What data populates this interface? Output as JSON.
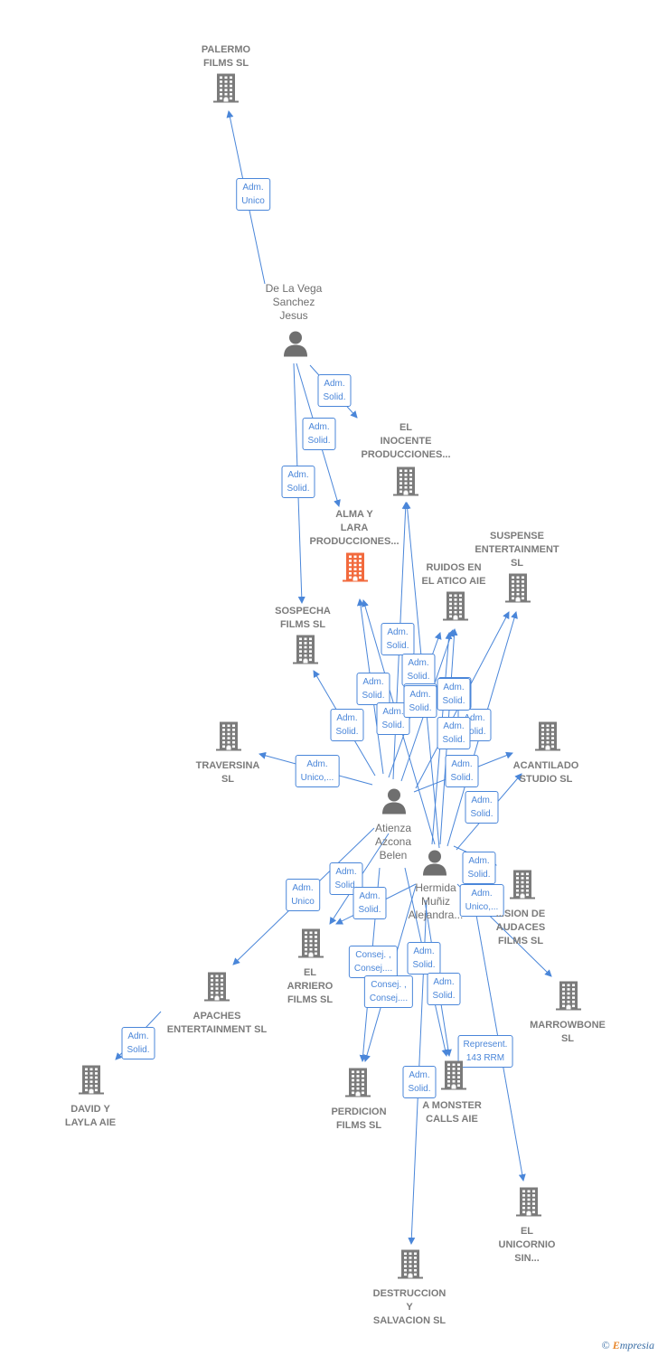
{
  "colors": {
    "edge": "#4a86d9",
    "building": "#7b7b7b",
    "focus_building": "#f26a3d",
    "person": "#6f6f6f"
  },
  "nodes": [
    {
      "id": "palermo",
      "label": "PALERMO\nFILMS SL",
      "icon": "building-icon"
    },
    {
      "id": "delavega",
      "label": "De La Vega\nSanchez\nJesus",
      "icon": "person-icon"
    },
    {
      "id": "inocente",
      "label": "EL\nINOCENTE\nPRODUCCIONES...",
      "icon": "building-icon"
    },
    {
      "id": "alma",
      "label": "ALMA Y\nLARA\nPRODUCCIONES...",
      "icon": "building-icon",
      "focus": true
    },
    {
      "id": "suspense",
      "label": "SUSPENSE\nENTERTAINMENT\nSL",
      "icon": "building-icon"
    },
    {
      "id": "ruidos",
      "label": "RUIDOS EN\nEL ATICO AIE",
      "icon": "building-icon"
    },
    {
      "id": "sospecha",
      "label": "SOSPECHA\nFILMS SL",
      "icon": "building-icon"
    },
    {
      "id": "traversina",
      "label": "TRAVERSINA\nSL",
      "icon": "building-icon"
    },
    {
      "id": "acantilado",
      "label": "ACANTILADO\nSTUDIO SL",
      "icon": "building-icon"
    },
    {
      "id": "atienza",
      "label": "Atienza\nAzcona\nBelen",
      "icon": "person-icon"
    },
    {
      "id": "hermida",
      "label": "Hermida\nMuñiz\nAlejandra...",
      "icon": "person-icon"
    },
    {
      "id": "audaces",
      "label": "...SION DE\nAUDACES\nFILMS SL",
      "icon": "building-icon"
    },
    {
      "id": "arriero",
      "label": "EL\nARRIERO\nFILMS SL",
      "icon": "building-icon"
    },
    {
      "id": "apaches",
      "label": "APACHES\nENTERTAINMENT SL",
      "icon": "building-icon"
    },
    {
      "id": "marrowbone",
      "label": "MARROWBONE\nSL",
      "icon": "building-icon"
    },
    {
      "id": "david",
      "label": "DAVID Y\nLAYLA AIE",
      "icon": "building-icon"
    },
    {
      "id": "perdicion",
      "label": "PERDICION\nFILMS SL",
      "icon": "building-icon"
    },
    {
      "id": "monster",
      "label": "A MONSTER\nCALLS AIE",
      "icon": "building-icon"
    },
    {
      "id": "unicornio",
      "label": "EL\nUNICORNIO\nSIN...",
      "icon": "building-icon"
    },
    {
      "id": "destruccion",
      "label": "DESTRUCCION\nY\nSALVACION SL",
      "icon": "building-icon"
    }
  ],
  "relations": [
    {
      "from": "delavega",
      "to": "palermo",
      "label": "Adm.\nUnico"
    },
    {
      "from": "delavega",
      "to": "inocente",
      "label": "Adm.\nSolid."
    },
    {
      "from": "delavega",
      "to": "alma",
      "label": "Adm.\nSolid."
    },
    {
      "from": "delavega",
      "to": "sospecha",
      "label": "Adm.\nSolid."
    },
    {
      "from": "atienza",
      "to": "inocente",
      "label": "Adm.\nSolid."
    },
    {
      "from": "atienza",
      "to": "alma",
      "label": "Adm.\nSolid."
    },
    {
      "from": "atienza",
      "to": "ruidos",
      "label": "Adm.\nSolid."
    },
    {
      "from": "atienza",
      "to": "suspense",
      "label": "Adm.\nSolid."
    },
    {
      "from": "atienza",
      "to": "sospecha",
      "label": "Adm.\nSolid."
    },
    {
      "from": "atienza",
      "to": "traversina",
      "label": "Adm.\nUnico,..."
    },
    {
      "from": "atienza",
      "to": "acantilado",
      "label": "Adm.\nSolid."
    },
    {
      "from": "atienza",
      "to": "apaches",
      "label": "Adm.\nUnico"
    },
    {
      "from": "atienza",
      "to": "arriero",
      "label": "Adm.\nSolid."
    },
    {
      "from": "atienza",
      "to": "perdicion",
      "label": "Consej. ,\nConsej...."
    },
    {
      "from": "atienza",
      "to": "monster",
      "label": "Adm.\nSolid."
    },
    {
      "from": "hermida",
      "to": "inocente",
      "label": "Adm.\nSolid."
    },
    {
      "from": "hermida",
      "to": "alma",
      "label": "Adm.\nSolid."
    },
    {
      "from": "hermida",
      "to": "ruidos",
      "label": "Adm.\nSolid."
    },
    {
      "from": "hermida",
      "to": "suspense",
      "label": "Adm.\nSolid."
    },
    {
      "from": "hermida",
      "to": "acantilado",
      "label": "Adm.\nSolid."
    },
    {
      "from": "hermida",
      "to": "audaces",
      "label": "Adm.\nSolid."
    },
    {
      "from": "hermida",
      "to": "marrowbone",
      "label": "Adm.\nUnico,..."
    },
    {
      "from": "hermida",
      "to": "arriero",
      "label": "Adm.\nSolid."
    },
    {
      "from": "hermida",
      "to": "perdicion",
      "label": "Consej. ,\nConsej...."
    },
    {
      "from": "hermida",
      "to": "monster",
      "label": "Adm.\nSolid."
    },
    {
      "from": "hermida",
      "to": "unicornio",
      "label": "Represent.\n143 RRM"
    },
    {
      "from": "hermida",
      "to": "destruccion",
      "label": "Adm.\nSolid."
    },
    {
      "from": "apaches",
      "to": "david",
      "label": "Adm.\nSolid."
    },
    {
      "from": "hermida",
      "to": "ruidos",
      "label": "Adm.\nSolid."
    },
    {
      "from": "atienza",
      "to": "ruidos",
      "label": "Adm.\nSolid."
    }
  ],
  "footer": {
    "copyright": "©",
    "brand_first": "E",
    "brand_rest": "mpresia"
  }
}
